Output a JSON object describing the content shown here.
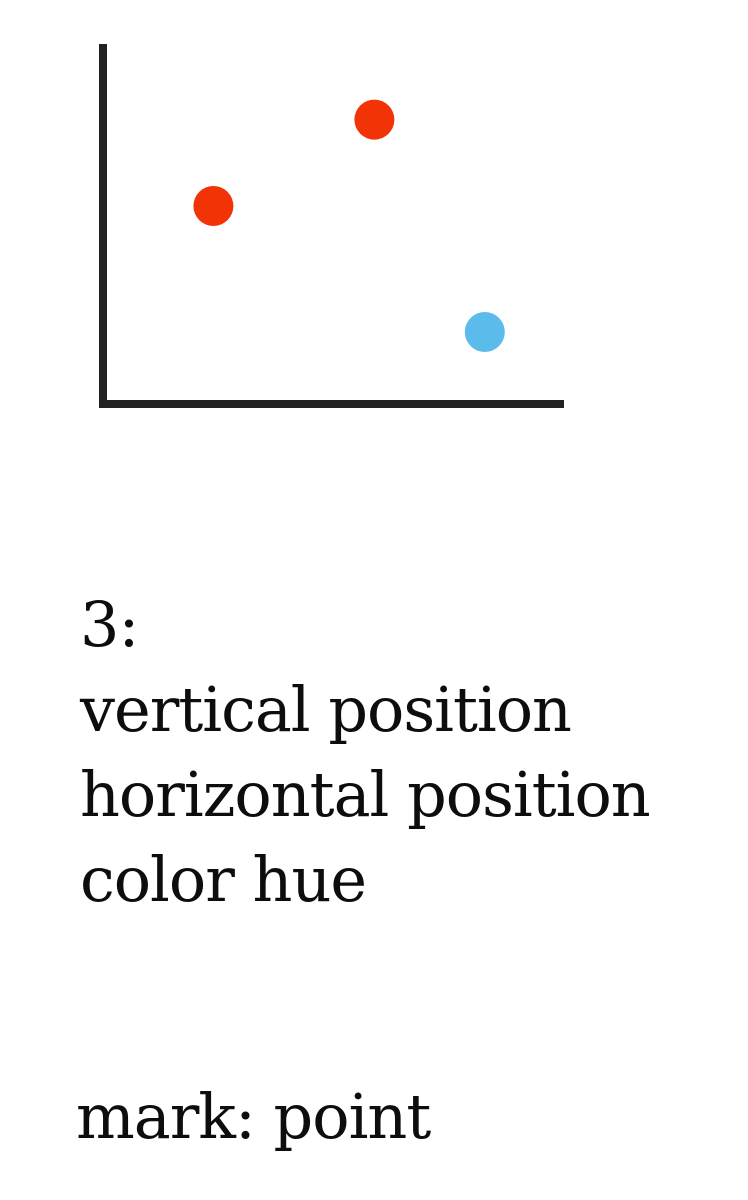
{
  "chart_data": {
    "type": "scatter",
    "title": "",
    "xlabel": "",
    "ylabel": "",
    "xlim": [
      0,
      10
    ],
    "ylim": [
      0,
      10
    ],
    "grid": false,
    "series": [
      {
        "color": "#f23305",
        "points": [
          {
            "x": 2.4,
            "y": 5.5
          },
          {
            "x": 5.9,
            "y": 7.9
          }
        ]
      },
      {
        "color": "#5bbbea",
        "points": [
          {
            "x": 8.3,
            "y": 2.0
          }
        ]
      }
    ]
  },
  "channels": {
    "count_label": "3:",
    "items": [
      "vertical position",
      "horizontal position",
      "color hue"
    ]
  },
  "mark": {
    "label": "mark: point"
  },
  "colors": {
    "axis": "#222222",
    "text": "#0d0d0d"
  }
}
